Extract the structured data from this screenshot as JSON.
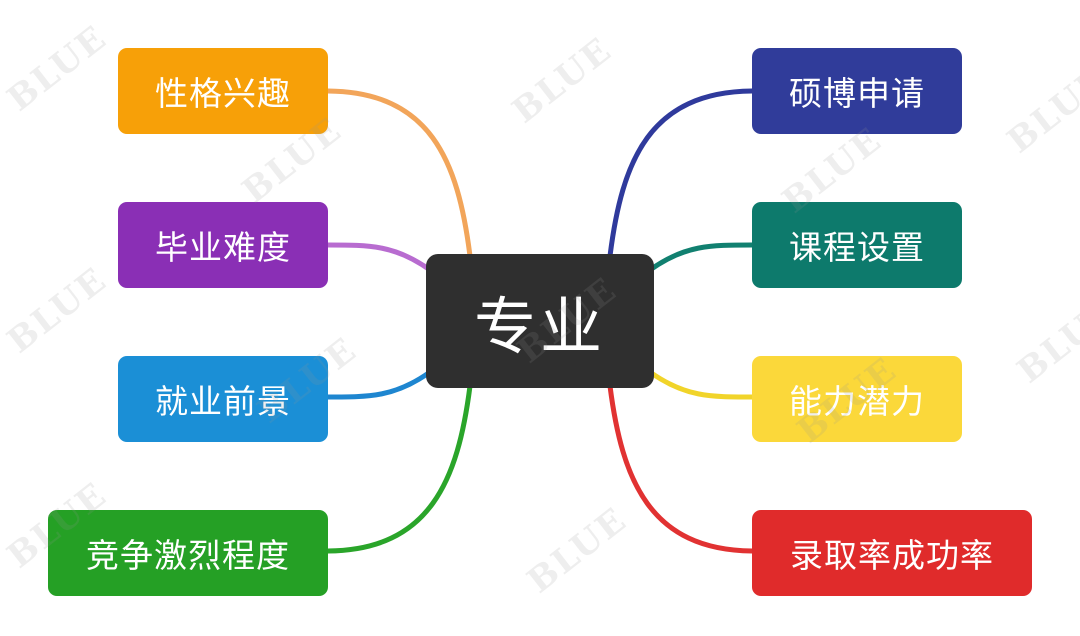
{
  "center": {
    "label": "专业",
    "color": "#2f2f2f"
  },
  "left_nodes": [
    {
      "label": "性格兴趣",
      "color": "#f7a008",
      "link_color": "#f2a55a"
    },
    {
      "label": "毕业难度",
      "color": "#8a2fb5",
      "link_color": "#b86cd0"
    },
    {
      "label": "就业前景",
      "color": "#1b8fd6",
      "link_color": "#1e86d0"
    },
    {
      "label": "竞争激烈程度",
      "color": "#25a025",
      "link_color": "#2aa52a"
    }
  ],
  "right_nodes": [
    {
      "label": "硕博申请",
      "color": "#303c9a",
      "link_color": "#2f3a9c"
    },
    {
      "label": "课程设置",
      "color": "#0d7a6c",
      "link_color": "#118070"
    },
    {
      "label": "能力潜力",
      "color": "#fbd83a",
      "link_color": "#f1d42a"
    },
    {
      "label": "录取率成功率",
      "color": "#e02b2b",
      "link_color": "#e13232"
    }
  ],
  "watermark": {
    "text": "BLUE"
  }
}
